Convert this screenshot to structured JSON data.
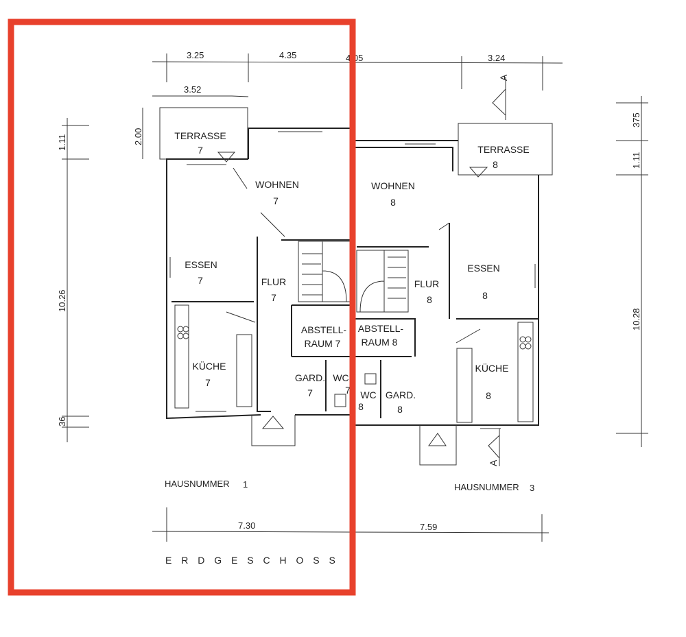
{
  "highlight_color": "#e8412c",
  "dimensions": {
    "top": [
      "3.25",
      "4.35",
      "4.05",
      "3.24"
    ],
    "terrace_width": "3.52",
    "terrace_depth": "2.00",
    "left": [
      "1.11",
      "10.26",
      "36"
    ],
    "right": [
      "375",
      "1.11",
      "10.28"
    ],
    "bottom": [
      "7.30",
      "7.59"
    ]
  },
  "house1": {
    "label": "HAUSNUMMER",
    "number": "1",
    "rooms": {
      "terrasse": [
        "TERRASSE",
        "7"
      ],
      "wohnen": [
        "WOHNEN",
        "7"
      ],
      "essen": [
        "ESSEN",
        "7"
      ],
      "flur": [
        "FLUR",
        "7"
      ],
      "kueche": [
        "KÜCHE",
        "7"
      ],
      "abstell": [
        "ABSTELL-",
        "RAUM 7"
      ],
      "gard": [
        "GARD.",
        "7"
      ],
      "wc": [
        "WC",
        "7"
      ]
    }
  },
  "house3": {
    "label": "HAUSNUMMER",
    "number": "3",
    "rooms": {
      "terrasse": [
        "TERRASSE",
        "8"
      ],
      "wohnen": [
        "WOHNEN",
        "8"
      ],
      "essen": [
        "ESSEN",
        "8"
      ],
      "flur": [
        "FLUR",
        "8"
      ],
      "kueche": [
        "KÜCHE",
        "8"
      ],
      "abstell": [
        "ABSTELL-",
        "RAUM 8"
      ],
      "gard": [
        "GARD.",
        "8"
      ],
      "wc": [
        "WC",
        "8"
      ]
    }
  },
  "section_marker": "A",
  "floor_title": "E R D G E S C H O S S"
}
